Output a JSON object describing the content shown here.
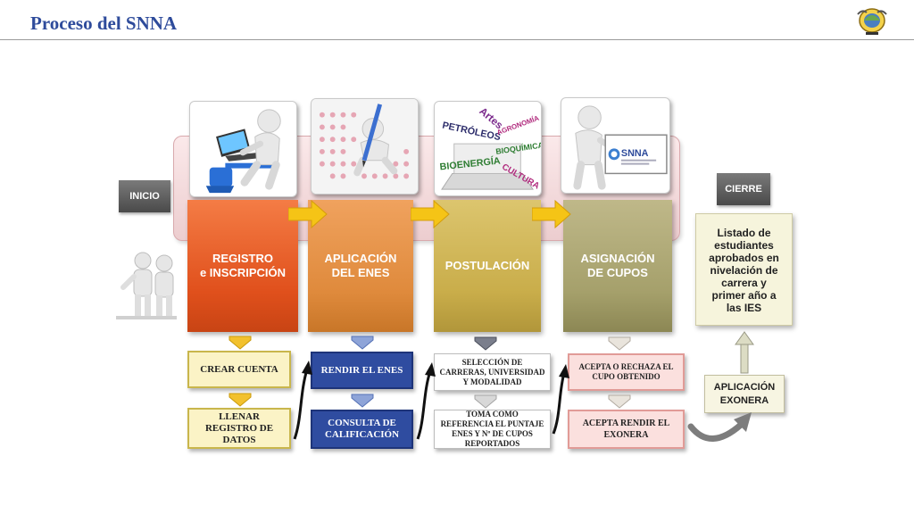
{
  "header": {
    "title": "Proceso del SNNA"
  },
  "tags": {
    "start": "INICIO",
    "end": "CIERRE"
  },
  "pictures": {
    "postulacion_words": [
      "PETRÓLEOS",
      "Artes",
      "AGRONOMÍA",
      "BIOQUÍMICA",
      "BIOENERGÍA",
      "CULTURA"
    ],
    "snna_logo": "SNNA"
  },
  "phases": [
    {
      "lines": [
        "REGISTRO",
        "e INSCRIPCIÓN"
      ]
    },
    {
      "lines": [
        "APLICACIÓN",
        "DEL ENES"
      ]
    },
    {
      "lines": [
        "POSTULACIÓN"
      ]
    },
    {
      "lines": [
        "ASIGNACIÓN",
        "DE CUPOS"
      ]
    }
  ],
  "steps": {
    "registro": [
      {
        "lines": [
          "CREAR CUENTA"
        ]
      },
      {
        "lines": [
          "LLENAR",
          "REGISTRO DE",
          "DATOS"
        ]
      }
    ],
    "enes": [
      {
        "lines": [
          "RENDIR EL ENES"
        ]
      },
      {
        "lines": [
          "CONSULTA DE",
          "CALIFICACIÓN"
        ]
      }
    ],
    "postulacion": [
      {
        "lines": [
          "SELECCIÓN DE",
          "CARRERAS, UNIVERSIDAD",
          "Y MODALIDAD"
        ]
      },
      {
        "lines": [
          "TOMA COMO",
          "REFERENCIA EL PUNTAJE",
          "ENES Y Nº DE CUPOS",
          "REPORTADOS"
        ]
      }
    ],
    "asignacion": [
      {
        "lines": [
          "ACEPTA O RECHAZA EL",
          "CUPO OBTENIDO"
        ]
      },
      {
        "lines": [
          "ACEPTA RENDIR EL",
          "EXONERA"
        ]
      }
    ]
  },
  "result": {
    "lines": [
      "Listado de",
      "estudiantes",
      "aprobados en",
      "nivelación de",
      "carrera y",
      "primer año a",
      "las IES"
    ]
  },
  "exonera": {
    "lines": [
      "APLICACIÓN",
      "EXONERA"
    ]
  },
  "colors": {
    "title": "#2e4b9b",
    "registro": "#e0501c",
    "enes": "#df8a3c",
    "postulacion": "#c9ad4a",
    "asignacion": "#a5a06b",
    "arrow": "#f5c416"
  }
}
